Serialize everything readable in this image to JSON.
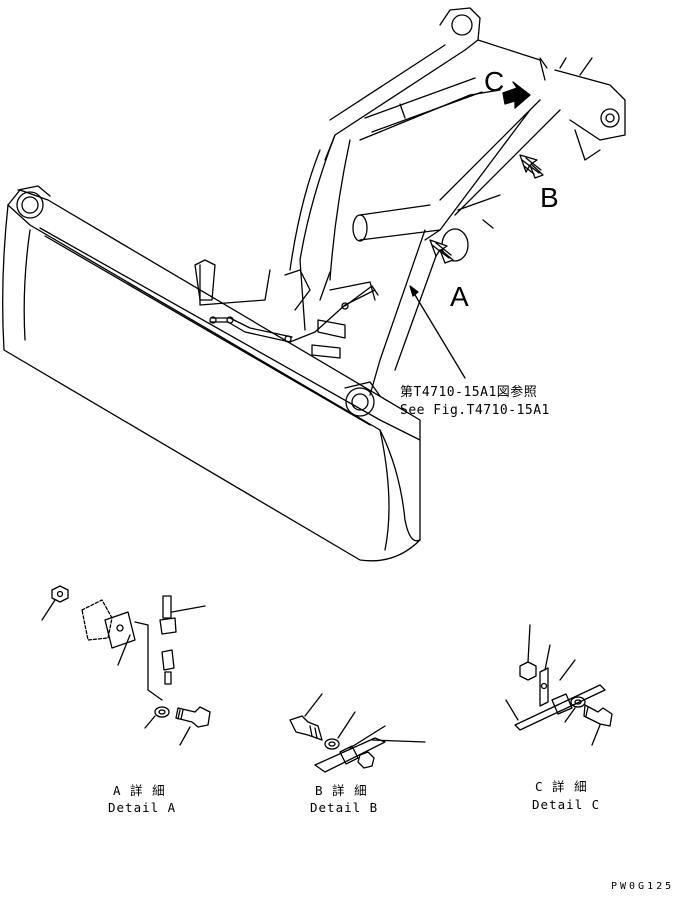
{
  "callouts": {
    "a": "A",
    "b": "B",
    "c": "C"
  },
  "reference": {
    "jp": "第T4710-15A1図参照",
    "en": "See Fig.T4710-15A1"
  },
  "details": [
    {
      "jp": "A 詳 細",
      "en": "Detail A"
    },
    {
      "jp": "B 詳 細",
      "en": "Detail B"
    },
    {
      "jp": "C 詳 細",
      "en": "Detail C"
    }
  ],
  "drawing_code": "PW0G125"
}
